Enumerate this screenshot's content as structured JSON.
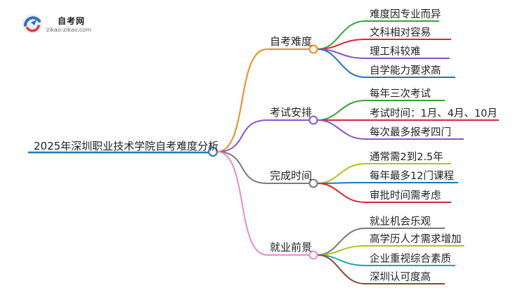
{
  "logo": {
    "name": "自考网",
    "url": "zikao-zikao.com"
  },
  "mindmap": {
    "root": "2025年深圳职业技术学院自考难度分析",
    "branches": [
      {
        "label": "自考难度",
        "color": "#f28b1b",
        "children": [
          {
            "label": "难度因专业而异",
            "color": "#3aa23a"
          },
          {
            "label": "文科相对容易",
            "color": "#d9263a"
          },
          {
            "label": "理工科较难",
            "color": "#8a55c8"
          },
          {
            "label": "自学能力要求高",
            "color": "#1e78b5"
          }
        ]
      },
      {
        "label": "考试安排",
        "color": "#8a55c8",
        "children": [
          {
            "label": "每年三次考试",
            "color": "#3aa23a"
          },
          {
            "label": "考试时间：1月、4月、10月",
            "color": "#d9263a"
          },
          {
            "label": "每次最多报考四门",
            "color": "#8a55c8"
          }
        ]
      },
      {
        "label": "完成时间",
        "color": "#7a7a7a",
        "children": [
          {
            "label": "通常需2到2.5年",
            "color": "#b5c21a"
          },
          {
            "label": "每年最多12门课程",
            "color": "#1e78b5"
          },
          {
            "label": "审批时间需考虑",
            "color": "#d9263a"
          }
        ]
      },
      {
        "label": "就业前景",
        "color": "#e98ad0",
        "children": [
          {
            "label": "就业机会乐观",
            "color": "#7a7a7a"
          },
          {
            "label": "高学历人才需求增加",
            "color": "#b5c21a"
          },
          {
            "label": "企业重视综合素质",
            "color": "#1ea8a8"
          },
          {
            "label": "深圳认可度高",
            "color": "#8b4a2b"
          }
        ]
      }
    ]
  }
}
